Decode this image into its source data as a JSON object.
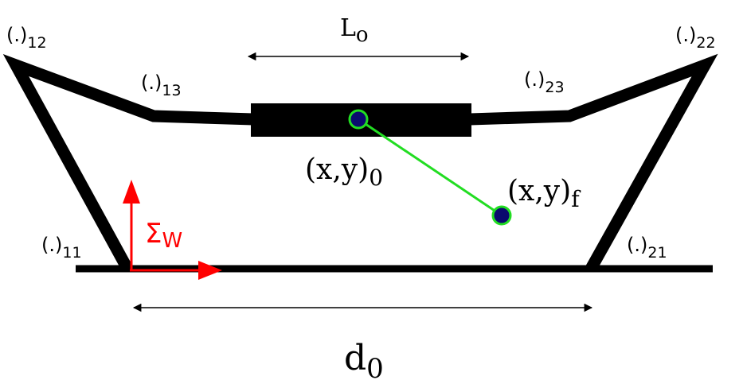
{
  "labels": {
    "l0": {
      "base": "L",
      "sub": "o"
    },
    "d0": {
      "base": "d",
      "sub": "0"
    },
    "p12": {
      "base": "(.)",
      "sub": "12"
    },
    "p13": {
      "base": "(.)",
      "sub": "13"
    },
    "p11": {
      "base": "(.)",
      "sub": "11"
    },
    "p22": {
      "base": "(.)",
      "sub": "22"
    },
    "p23": {
      "base": "(.)",
      "sub": "23"
    },
    "p21": {
      "base": "(.)",
      "sub": "21"
    },
    "xy0": {
      "base": "(x,y)",
      "sub": "0"
    },
    "xyf": {
      "base": "(x,y)",
      "sub": "f"
    },
    "frame": {
      "base": "Σ",
      "sub": "W"
    }
  },
  "colors": {
    "structure": "#000000",
    "trajectory": "#22dd22",
    "point_fill": "#0a0a6e",
    "frame": "#ff0000"
  }
}
